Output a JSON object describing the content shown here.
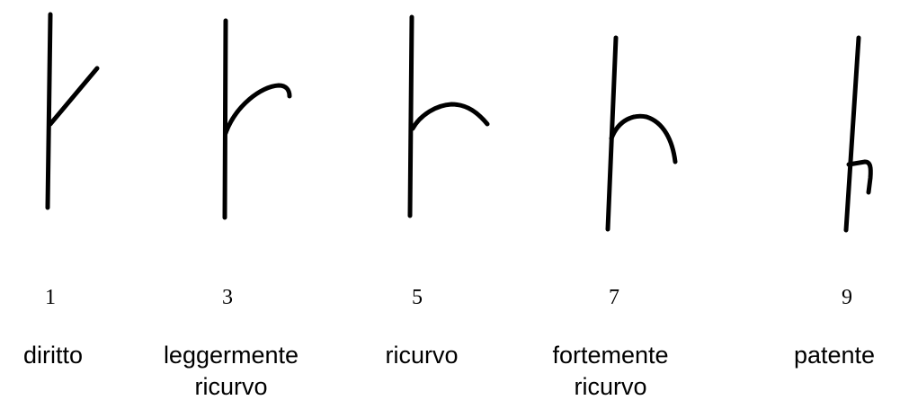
{
  "stages": [
    {
      "number": "1",
      "label_lines": [
        "diritto"
      ]
    },
    {
      "number": "3",
      "label_lines": [
        "leggermente",
        "ricurvo"
      ]
    },
    {
      "number": "5",
      "label_lines": [
        "ricurvo"
      ]
    },
    {
      "number": "7",
      "label_lines": [
        "fortemente",
        "ricurvo"
      ]
    },
    {
      "number": "9",
      "label_lines": [
        "patente"
      ]
    }
  ]
}
